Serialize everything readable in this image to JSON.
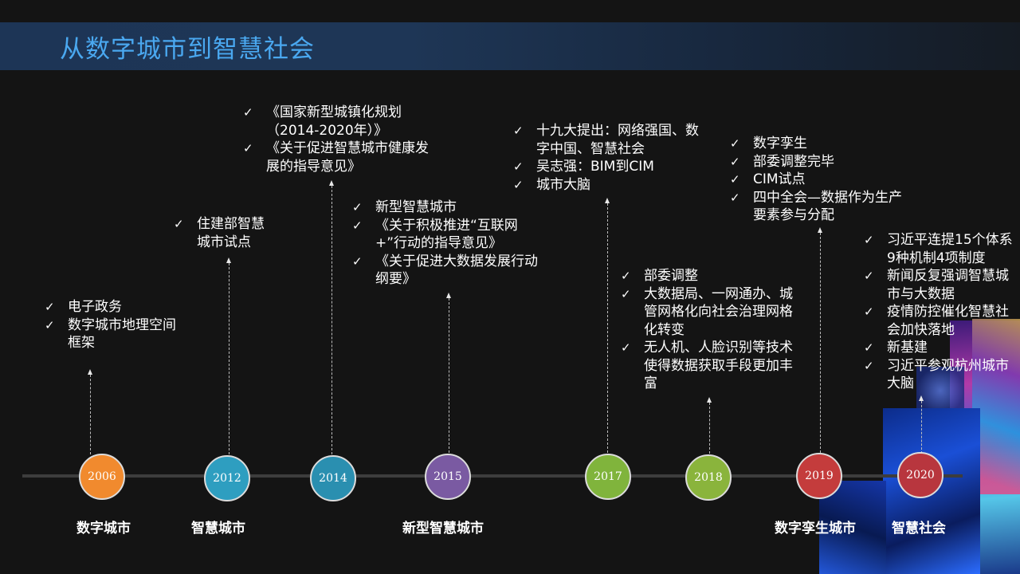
{
  "title": "从数字城市到智慧社会",
  "years": [
    "2006",
    "2012",
    "2014",
    "2015",
    "2017",
    "2018",
    "2019",
    "2020"
  ],
  "eras": [
    "数字城市",
    "智慧城市",
    "新型智慧城市",
    "数字孪生城市",
    "智慧社会"
  ],
  "notes": {
    "y2006": [
      "电子政务",
      "数字城市地理空间框架"
    ],
    "y2012": [
      "住建部智慧城市试点"
    ],
    "y2014": [
      "《国家新型城镇化规划（2014-2020年）》",
      "《关于促进智慧城市健康发展的指导意见》"
    ],
    "y2015": [
      "新型智慧城市",
      "《关于积极推进“互联网+”行动的指导意见》",
      "《关于促进大数据发展行动纲要》"
    ],
    "y2017": [
      "十九大提出：网络强国、数字中国、智慧社会",
      "吴志强：BIM到CIM",
      "城市大脑"
    ],
    "y2018": [
      "部委调整",
      "大数据局、一网通办、城管网格化向社会治理网格化转变",
      "无人机、人脸识别等技术使得数据获取手段更加丰富"
    ],
    "y2019": [
      "数字孪生",
      "部委调整完毕",
      "CIM试点",
      "四中全会—数据作为生产要素参与分配"
    ],
    "y2020": [
      "习近平连提15个体系9种机制4项制度",
      "新闻反复强调智慧城市与大数据",
      "疫情防控催化智慧社会加快落地",
      "新基建",
      "习近平参观杭州城市大脑"
    ]
  },
  "check_icon": "check-icon",
  "colors": {
    "background": "#141414",
    "title": "#4aa8f0",
    "node_2006": "#f18a2e",
    "node_2012": "#2e9ec0",
    "node_2014": "#2a8fb0",
    "node_2015": "#7a5aa2",
    "node_2017": "#80b43c",
    "node_2018": "#8ab43c",
    "node_2019": "#c43c3c",
    "node_2020": "#b8363e"
  }
}
